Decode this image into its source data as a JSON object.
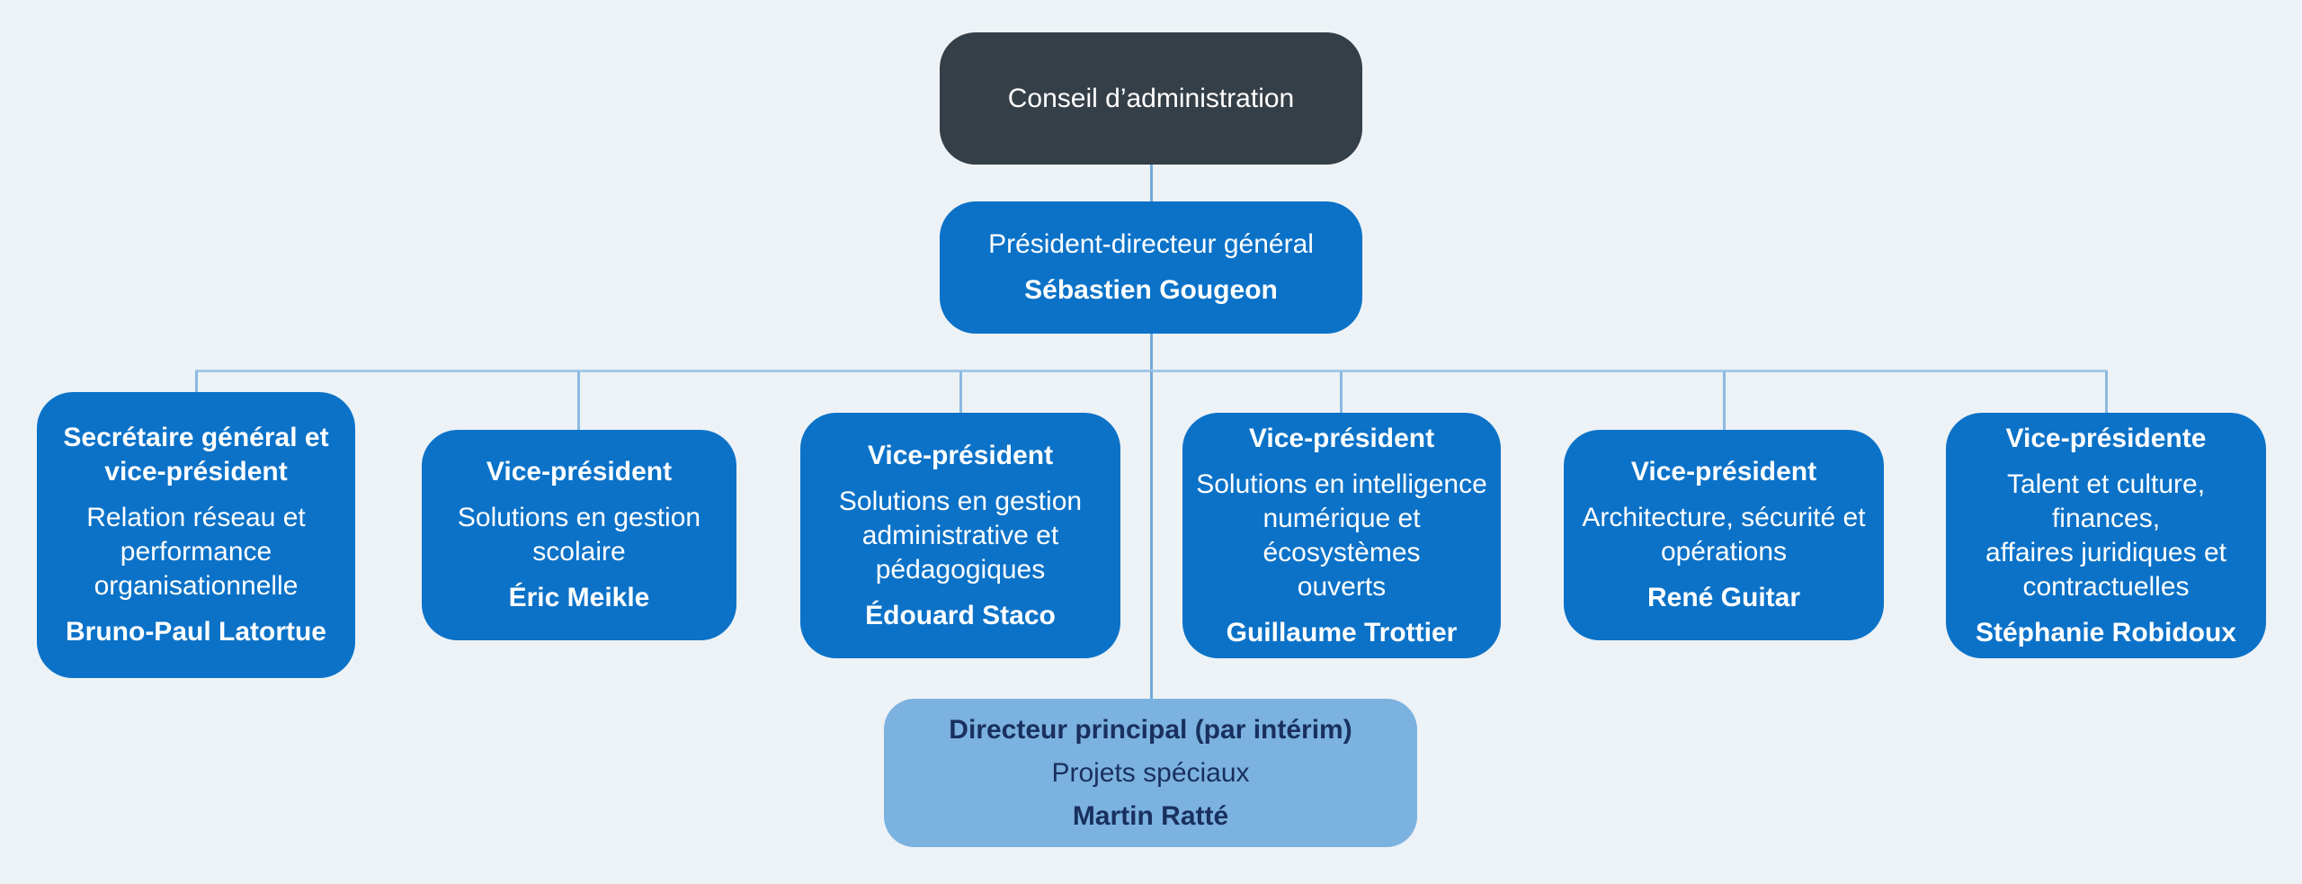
{
  "background": "#edf2f6",
  "colors": {
    "board_box": "#353f48",
    "executive_box": "#0b72c8",
    "director_box": "#7cb2df",
    "director_text": "#19305f",
    "box_text": "#ffffff",
    "connector_vertical": "#74aad8",
    "connector_horizontal": "#a3c9e9"
  },
  "org": {
    "board": {
      "title": "Conseil d’administration"
    },
    "ceo": {
      "role": "Président-directeur général",
      "name": "Sébastien Gougeon"
    },
    "vps": [
      {
        "role_lines": [
          "Secrétaire général et",
          "vice-président"
        ],
        "dept_lines": [
          "Relation réseau et",
          "performance",
          "organisationnelle"
        ],
        "name": "Bruno-Paul Latortue"
      },
      {
        "role_lines": [
          "Vice-président"
        ],
        "dept_lines": [
          "Solutions en gestion",
          "scolaire"
        ],
        "name": "Éric Meikle"
      },
      {
        "role_lines": [
          "Vice-président"
        ],
        "dept_lines": [
          "Solutions en gestion",
          "administrative et",
          "pédagogiques"
        ],
        "name": "Édouard Staco"
      },
      {
        "role_lines": [
          "Vice-président"
        ],
        "dept_lines": [
          "Solutions en intelligence",
          "numérique et écosystèmes",
          "ouverts"
        ],
        "name": "Guillaume Trottier"
      },
      {
        "role_lines": [
          "Vice-président"
        ],
        "dept_lines": [
          "Architecture, sécurité et",
          "opérations"
        ],
        "name": "René Guitar"
      },
      {
        "role_lines": [
          "Vice-présidente"
        ],
        "dept_lines": [
          "Talent et culture, finances,",
          "affaires juridiques et",
          "contractuelles"
        ],
        "name": "Stéphanie Robidoux"
      }
    ],
    "director": {
      "role": "Directeur principal (par intérim)",
      "dept": "Projets spéciaux",
      "name": "Martin Ratté"
    }
  }
}
